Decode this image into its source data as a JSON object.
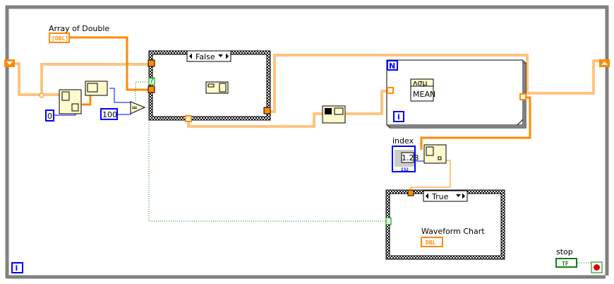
{
  "diagram": {
    "controls": {
      "array_label": "Array of Double",
      "array_type": "[DBL]",
      "index_label": "index",
      "index_value": "1.23",
      "index_type": "I32",
      "stop_label": "stop",
      "stop_type": "TF"
    },
    "constants": {
      "zero": "0",
      "hundred": "100"
    },
    "case_structures": [
      {
        "selector": "False"
      },
      {
        "selector": "True"
      }
    ],
    "for_loop": {
      "count_terminal": "N",
      "iteration_terminal": "i",
      "function_label": "MEAN",
      "function_icon": "ʌσμ"
    },
    "while_loop": {
      "iteration_terminal": "i"
    },
    "indicators": {
      "chart_label": "Waveform Chart",
      "chart_type": "DBL"
    },
    "comparison": "=",
    "case_selector_terminal": "?",
    "colors": {
      "dbl_wire": "#ff8a00",
      "int_wire": "#0000ff",
      "bool_wire": "#008000",
      "loop_border": "#808080",
      "node_bg": "#fdfacd"
    }
  }
}
